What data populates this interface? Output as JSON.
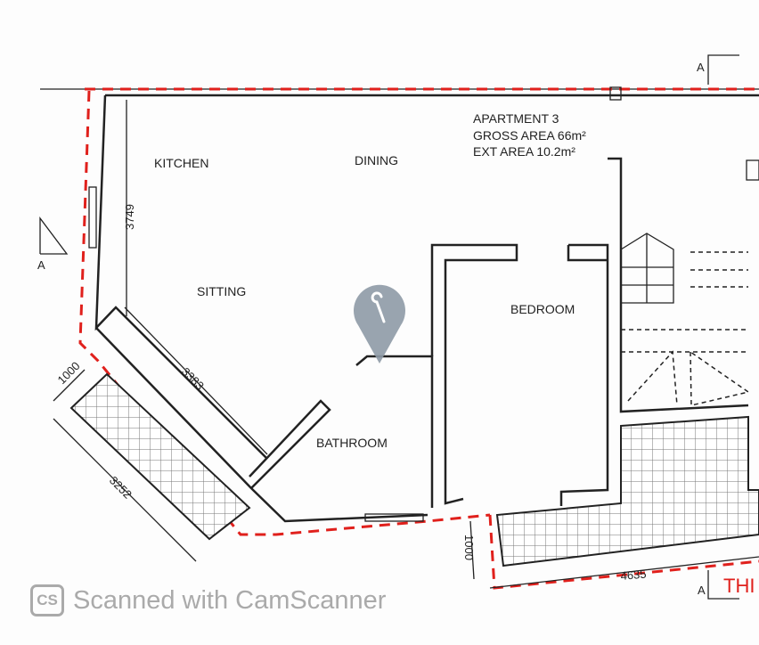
{
  "plan": {
    "title": "APARTMENT 3",
    "gross_area": "GROSS AREA 66m²",
    "ext_area": "EXT AREA 10.2m²",
    "rooms": [
      "KITCHEN",
      "DINING",
      "SITTING",
      "BEDROOM",
      "BATHROOM"
    ],
    "dimensions": [
      "3749",
      "3383",
      "1000",
      "3252",
      "1000",
      "4635"
    ],
    "section_marks": [
      "A",
      "A",
      "A"
    ],
    "partial_title": "THI"
  },
  "watermark": {
    "logo": "CS",
    "text": "Scanned with CamScanner"
  },
  "colors": {
    "boundary": "#e0201c",
    "pin": "#8e9aa6"
  }
}
